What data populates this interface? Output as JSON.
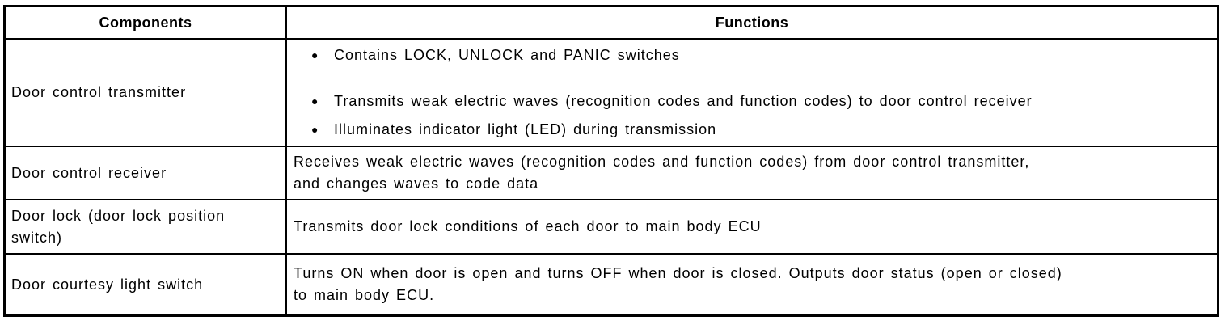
{
  "colors": {
    "text": "#000000",
    "border": "#000000",
    "background": "#ffffff"
  },
  "table": {
    "header": {
      "components": "Components",
      "functions": "Functions"
    },
    "bullet_icon": "●",
    "rows": [
      {
        "component": "Door control transmitter",
        "function_bullets": [
          "Contains LOCK, UNLOCK and PANIC switches",
          "Transmits weak electric waves (recognition codes and function codes) to door control receiver",
          "Illuminates indicator light (LED) during transmission"
        ]
      },
      {
        "component": "Door control receiver",
        "function_lines": [
          "Receives weak electric waves (recognition codes and function codes) from door control transmitter,",
          "and changes waves to code data"
        ]
      },
      {
        "component_lines": [
          "Door lock (door lock position",
          "switch)"
        ],
        "function_lines": [
          "Transmits door lock conditions of each door to main body ECU"
        ]
      },
      {
        "component": "Door courtesy light switch",
        "function_lines": [
          "Turns ON when door is open and turns OFF when door is closed. Outputs door status (open or closed)",
          "to main body ECU."
        ]
      }
    ]
  }
}
